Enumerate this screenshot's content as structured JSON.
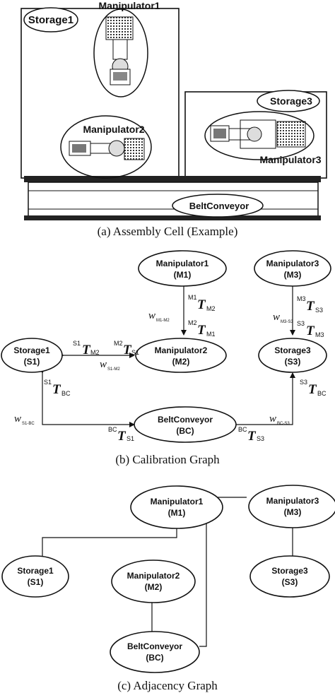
{
  "assembly_cell": {
    "caption": "(a) Assembly Cell (Example)",
    "labels": {
      "storage1": "Storage1",
      "manipulator1": "Manipulator1",
      "manipulator2": "Manipulator2",
      "storage3": "Storage3",
      "manipulator3": "Manipulator3",
      "belt_conveyor": "BeltConveyor"
    }
  },
  "calibration_graph": {
    "caption": "(b) Calibration Graph",
    "nodes": {
      "m1": {
        "name": "Manipulator1",
        "abbr": "(M1)"
      },
      "m3": {
        "name": "Manipulator3",
        "abbr": "(M3)"
      },
      "s1": {
        "name": "Storage1",
        "abbr": "(S1)"
      },
      "m2": {
        "name": "Manipulator2",
        "abbr": "(M2)"
      },
      "s3": {
        "name": "Storage3",
        "abbr": "(S3)"
      },
      "bc": {
        "name": "BeltConveyor",
        "abbr": "(BC)"
      }
    },
    "transforms": {
      "T": "T",
      "m1_m2": {
        "sup": "M1",
        "sub": "M2"
      },
      "m2_m1": {
        "sup": "M2",
        "sub": "M1"
      },
      "s1_m2": {
        "sup": "S1",
        "sub": "M2"
      },
      "m2_s1": {
        "sup": "M2",
        "sub": "S1"
      },
      "m3_s3": {
        "sup": "M3",
        "sub": "S3"
      },
      "s3_m3": {
        "sup": "S3",
        "sub": "M3"
      },
      "s1_bc": {
        "sup": "S1",
        "sub": "BC"
      },
      "s3_bc": {
        "sup": "S3",
        "sub": "BC"
      },
      "bc_s1": {
        "sup": "BC",
        "sub": "S1"
      },
      "bc_s3": {
        "sup": "BC",
        "sub": "S3"
      }
    },
    "weights": {
      "w": "w",
      "m1_m2": "M1-M2",
      "s1_m2": "S1-M2",
      "m3_s3": "M3-S3",
      "s1_bc": "S1-BC",
      "bc_s3": "BC-S3"
    }
  },
  "adjacency_graph": {
    "caption": "(c) Adjacency Graph",
    "nodes": {
      "m1": {
        "name": "Manipulator1",
        "abbr": "(M1)"
      },
      "m3": {
        "name": "Manipulator3",
        "abbr": "(M3)"
      },
      "s1": {
        "name": "Storage1",
        "abbr": "(S1)"
      },
      "m2": {
        "name": "Manipulator2",
        "abbr": "(M2)"
      },
      "s3": {
        "name": "Storage3",
        "abbr": "(S3)"
      },
      "bc": {
        "name": "BeltConveyor",
        "abbr": "(BC)"
      }
    }
  }
}
